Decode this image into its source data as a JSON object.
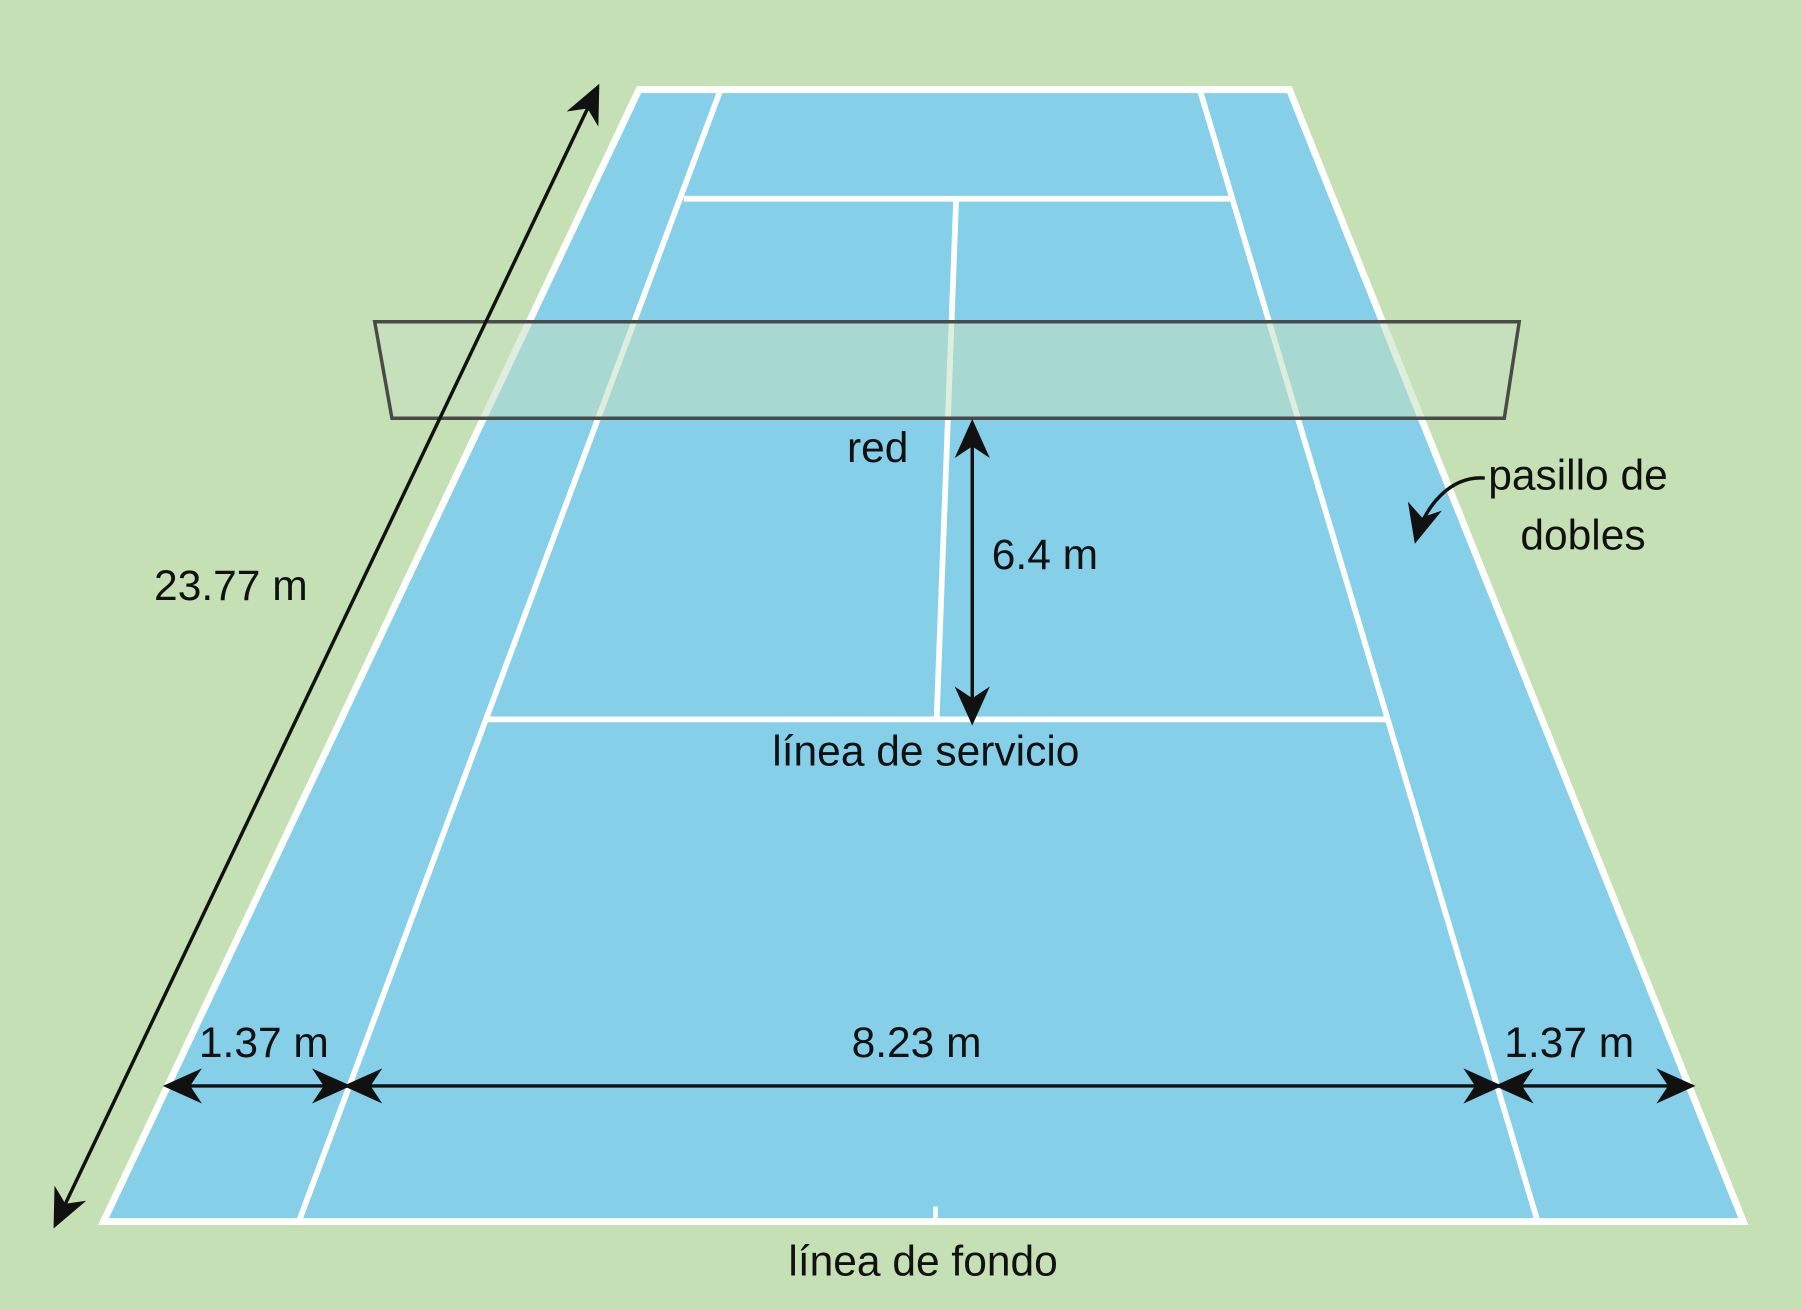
{
  "colors": {
    "background": "#c5e0b4",
    "court": "#86cfe9",
    "lines": "#ffffff",
    "net_fill": "#c5e0c0",
    "net_stroke": "#4a4a4a",
    "arrows": "#111111"
  },
  "labels": {
    "net": "red",
    "service_distance": "6.4 m",
    "service_line": "línea de servicio",
    "baseline": "línea de fondo",
    "length": "23.77 m",
    "left_alley_width": "1.37 m",
    "singles_width": "8.23 m",
    "right_alley_width": "1.37 m",
    "doubles_alley_line1": "pasillo de",
    "doubles_alley_line2": "dobles"
  }
}
